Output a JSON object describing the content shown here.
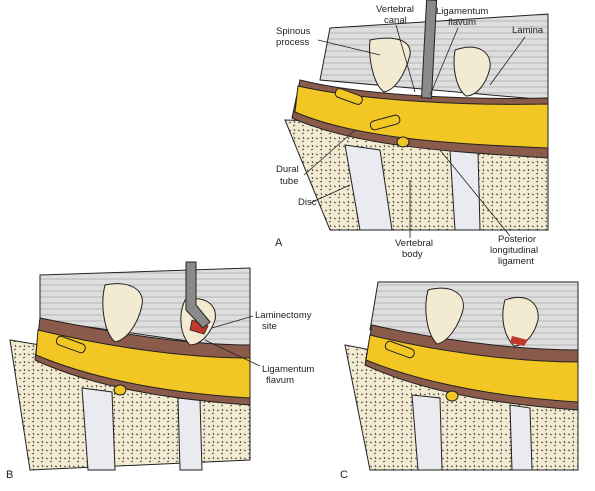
{
  "figure": {
    "panels": [
      {
        "letter": "A",
        "description_labels": [
          "Vertebral canal",
          "Ligamentum flavum",
          "Spinous process",
          "Lamina",
          "Dural tube",
          "Disc",
          "Vertebral body",
          "Posterior longitudinal ligament"
        ]
      },
      {
        "letter": "B",
        "description_labels": [
          "Laminectomy site",
          "Ligamentum flavum"
        ]
      },
      {
        "letter": "C",
        "description_labels": []
      }
    ]
  },
  "labels": {
    "a_vertebral_canal_1": "Vertebral",
    "a_vertebral_canal_2": "canal",
    "a_ligamentum_1": "Ligamentum",
    "a_ligamentum_2": "flavum",
    "a_lamina": "Lamina",
    "a_spinous_1": "Spinous",
    "a_spinous_2": "process",
    "a_dural_1": "Dural",
    "a_dural_2": "tube",
    "a_disc": "Disc",
    "a_vertebral_body_1": "Vertebral",
    "a_vertebral_body_2": "body",
    "a_pll_1": "Posterior",
    "a_pll_2": "longitudinal",
    "a_pll_3": "ligament",
    "b_laminectomy_1": "Laminectomy",
    "b_laminectomy_2": "site",
    "b_ligamentum_1": "Ligamentum",
    "b_ligamentum_2": "flavum",
    "letter_a": "A",
    "letter_b": "B",
    "letter_c": "C"
  },
  "colors": {
    "dura": "#f2c623",
    "epidural": "#8a5a4a",
    "bone": "#f3ead2",
    "disc": "#e8eaf0",
    "tissue": "#dcdcdc",
    "outline": "#222222"
  }
}
